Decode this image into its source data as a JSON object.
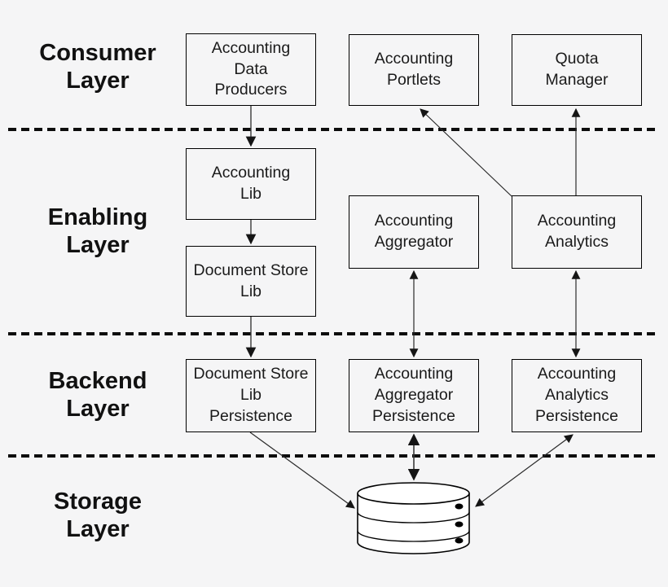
{
  "colors": {
    "background": "#f5f5f6",
    "box_border": "#000000",
    "text": "#1a1a1a",
    "arrow_line": "#3a3a3a",
    "divider": "#0d0d0d",
    "database_fill": "#ffffff"
  },
  "layers": [
    {
      "label": "Consumer\nLayer"
    },
    {
      "label": "Enabling\nLayer"
    },
    {
      "label": "Backend\nLayer"
    },
    {
      "label": "Storage\nLayer"
    }
  ],
  "nodes": {
    "producers": {
      "label": "Accounting\nData\nProducers"
    },
    "portlets": {
      "label": "Accounting\nPortlets"
    },
    "quota": {
      "label": "Quota\nManager"
    },
    "acclib": {
      "label": "Accounting\nLib"
    },
    "doclib": {
      "label": "Document Store\nLib"
    },
    "aggregator": {
      "label": "Accounting\nAggregator"
    },
    "analytics": {
      "label": "Accounting\nAnalytics"
    },
    "docpersist": {
      "label": "Document Store\nLib\nPersistence"
    },
    "aggpersist": {
      "label": "Accounting\nAggregator\nPersistence"
    },
    "anapersist": {
      "label": "Accounting\nAnalytics\nPersistence"
    }
  },
  "storage": {
    "icon": "database-cylinder"
  },
  "edges": [
    {
      "from": "accounting-data-producers",
      "to": "accounting-lib",
      "direction": "one-way"
    },
    {
      "from": "accounting-lib",
      "to": "document-store-lib",
      "direction": "one-way"
    },
    {
      "from": "document-store-lib",
      "to": "document-store-lib-persistence",
      "direction": "one-way"
    },
    {
      "from": "accounting-analytics",
      "to": "accounting-portlets",
      "direction": "one-way"
    },
    {
      "from": "accounting-analytics",
      "to": "quota-manager",
      "direction": "one-way"
    },
    {
      "from": "accounting-aggregator",
      "to": "accounting-aggregator-persistence",
      "direction": "two-way"
    },
    {
      "from": "accounting-analytics",
      "to": "accounting-analytics-persistence",
      "direction": "two-way"
    },
    {
      "from": "document-store-lib-persistence",
      "to": "database",
      "direction": "one-way"
    },
    {
      "from": "accounting-aggregator-persistence",
      "to": "database",
      "direction": "two-way"
    },
    {
      "from": "accounting-analytics-persistence",
      "to": "database",
      "direction": "two-way"
    }
  ]
}
